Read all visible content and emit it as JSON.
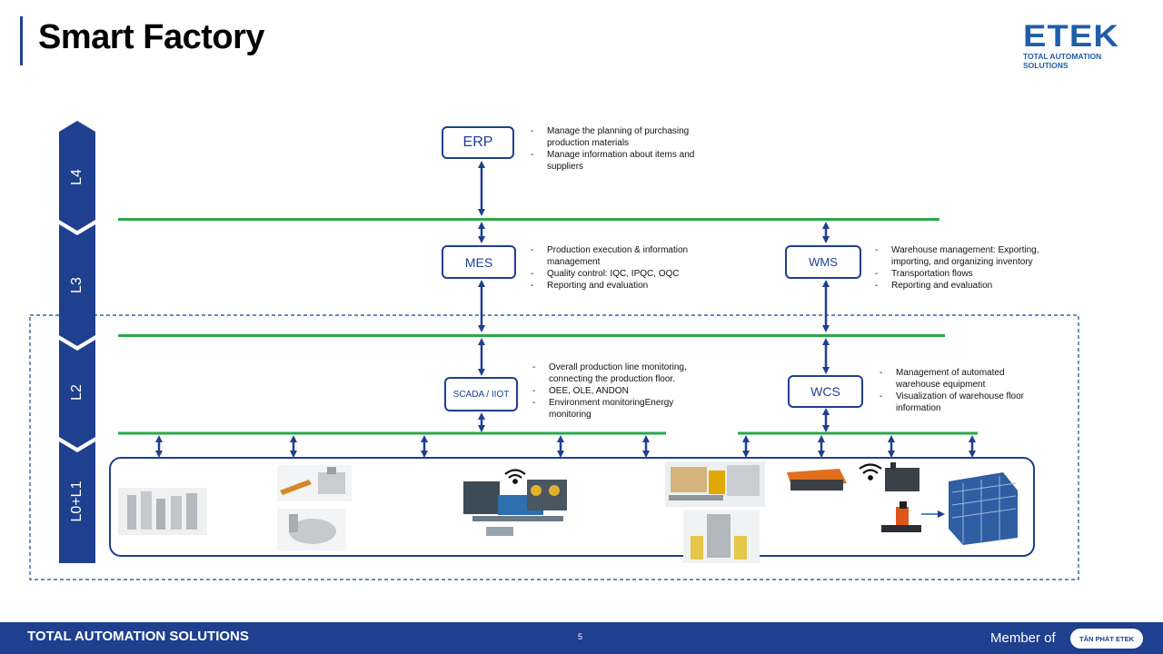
{
  "header": {
    "title": "Smart Factory",
    "logo_text": "ETEK",
    "logo_subtitle": "TOTAL AUTOMATION SOLUTIONS"
  },
  "levels": [
    {
      "label": "L4"
    },
    {
      "label": "L3"
    },
    {
      "label": "L2"
    },
    {
      "label": "L0+L1"
    }
  ],
  "systems": {
    "erp": {
      "label": "ERP",
      "items": [
        "Manage the planning of purchasing production materials",
        "Manage information about items and suppliers"
      ]
    },
    "mes": {
      "label": "MES",
      "items": [
        "Production execution & information management",
        "Quality control: IQC,  IPQC,  OQC",
        "Reporting and evaluation"
      ]
    },
    "wms": {
      "label": "WMS",
      "items": [
        "Warehouse management: Exporting, importing, and organizing inventory",
        "Transportation flows",
        "Reporting and evaluation"
      ]
    },
    "scada": {
      "label": "SCADA / IIOT",
      "items": [
        "Overall production line monitoring, connecting the production floor.",
        "OEE,  OLE,  ANDON",
        "Environment monitoringEnergy monitoring"
      ]
    },
    "wcs": {
      "label": "WCS",
      "items": [
        "Management  of automated warehouse equipment",
        "Visualization of warehouse floor information"
      ]
    }
  },
  "footer": {
    "left": "TOTAL AUTOMATION SOLUTIONS",
    "page": "5",
    "member": "Member of",
    "partner_logo": "TÂN PHÁT ETEK"
  },
  "colors": {
    "navy": "#1f3f8f",
    "bus_green": "#2aa84a",
    "accent_blue": "#1f5fa8"
  }
}
